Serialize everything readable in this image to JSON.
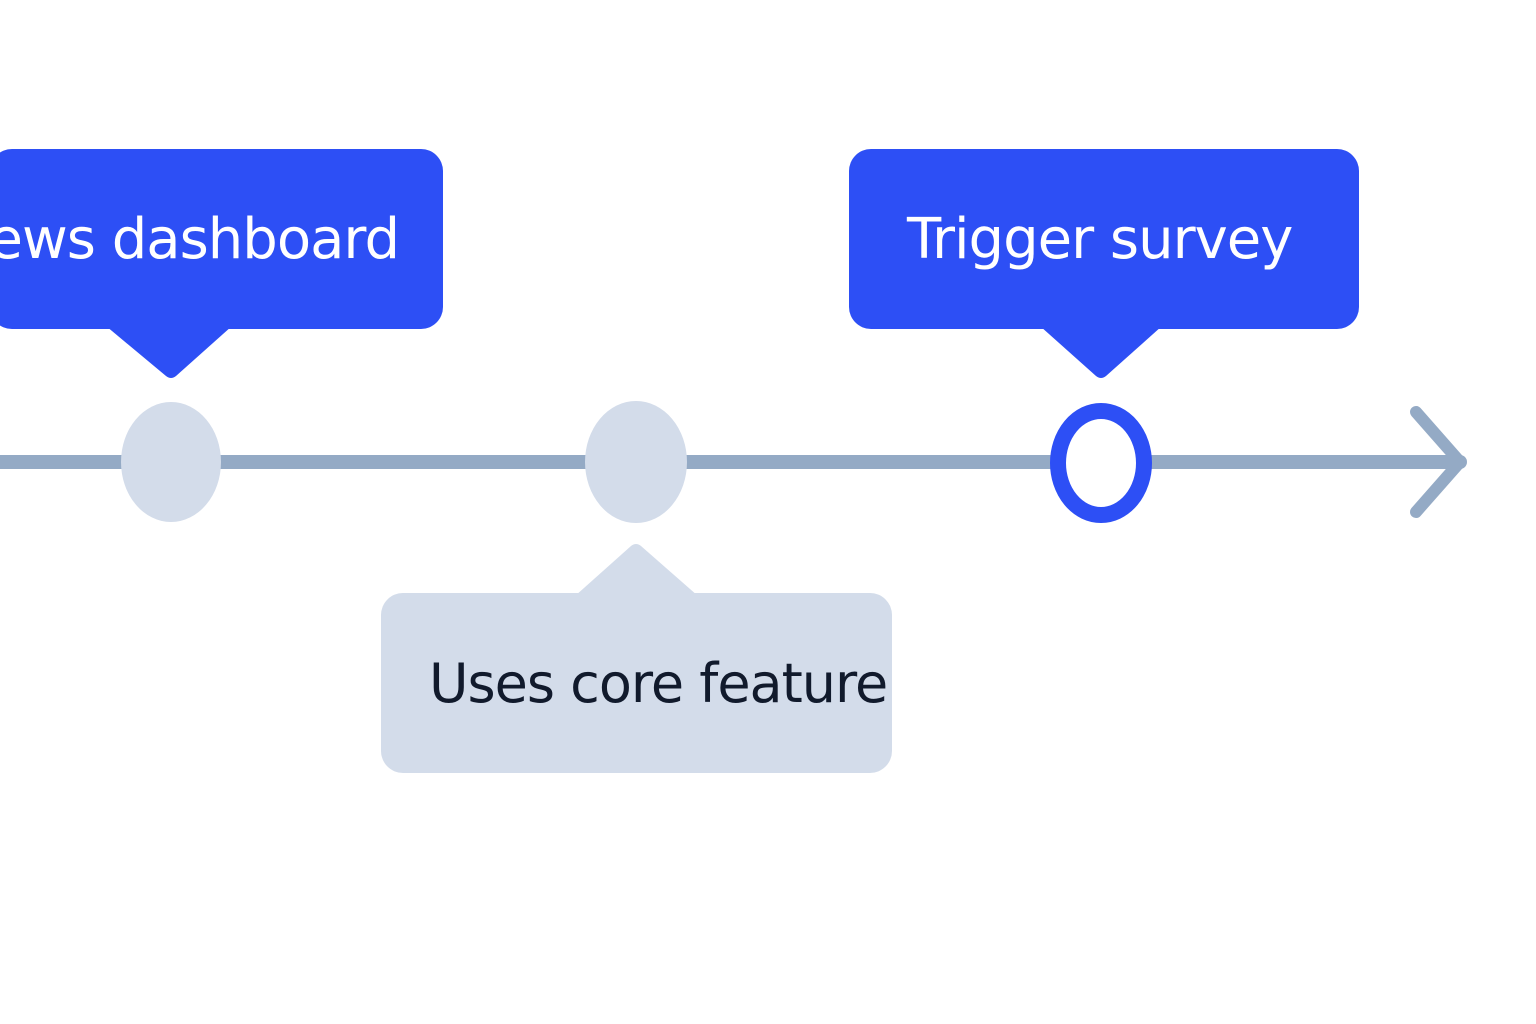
{
  "colors": {
    "accent": "#2d4ff5",
    "muted_fill": "#d3dcea",
    "line": "#94aac5",
    "text_light": "#ffffff",
    "text_dark": "#111a2c"
  },
  "events": [
    {
      "label": "Views dashboard",
      "style": "highlight",
      "side": "above"
    },
    {
      "label": "Uses core feature",
      "style": "muted",
      "side": "below"
    },
    {
      "label": "Trigger survey",
      "style": "highlight-ring",
      "side": "above"
    }
  ],
  "timeline": {
    "direction_icon": "arrow-right-icon"
  }
}
